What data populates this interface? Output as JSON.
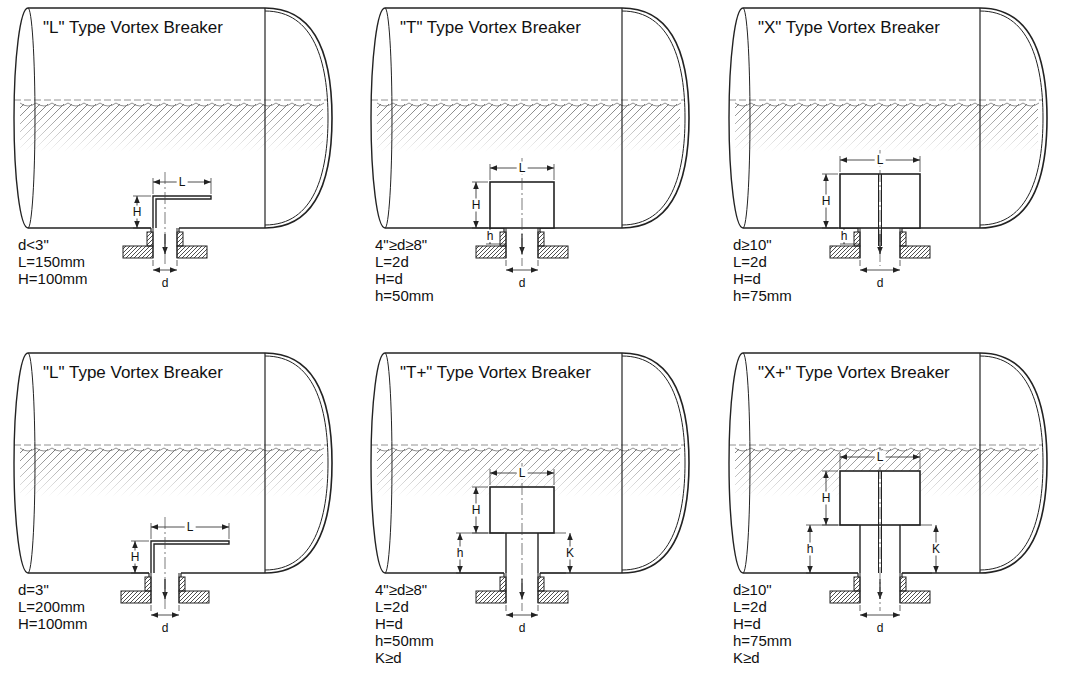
{
  "diagram": {
    "nodes": [
      {
        "text": [
          "\"L\" Type Vortex Breaker"
        ]
      },
      {
        "text": [
          "\"T\" Type Vortex Breaker"
        ]
      },
      {
        "text": [
          "\"X\" Type Vortex Breaker"
        ]
      },
      {
        "text": [
          "\"L\" Type Vortex Breaker"
        ]
      },
      {
        "text": [
          "\"T+\" Type Vortex Breaker"
        ]
      },
      {
        "text": [
          "\"X+\" Type Vortex Breaker"
        ]
      }
    ],
    "labels": [
      "L",
      "H",
      "d",
      "d<3\"",
      "L=150mm",
      "H=100mm",
      "L",
      "H",
      "h",
      "d",
      "4\"≥d≥8\"",
      "L=2d",
      "H=d",
      "h=50mm",
      "L",
      "H",
      "h",
      "d",
      "d≥10\"",
      "L=2d",
      "H=d",
      "h=75mm",
      "L",
      "H",
      "d",
      "d=3\"",
      "L=200mm",
      "H=100mm",
      "L",
      "H",
      "h",
      "K",
      "d",
      "4\"≥d≥8\"",
      "L=2d",
      "H=d",
      "h=50mm",
      "K≥d",
      "L",
      "H",
      "h",
      "K",
      "d",
      "d≥10\"",
      "L=2d",
      "H=d",
      "h=75mm",
      "K≥d"
    ]
  }
}
